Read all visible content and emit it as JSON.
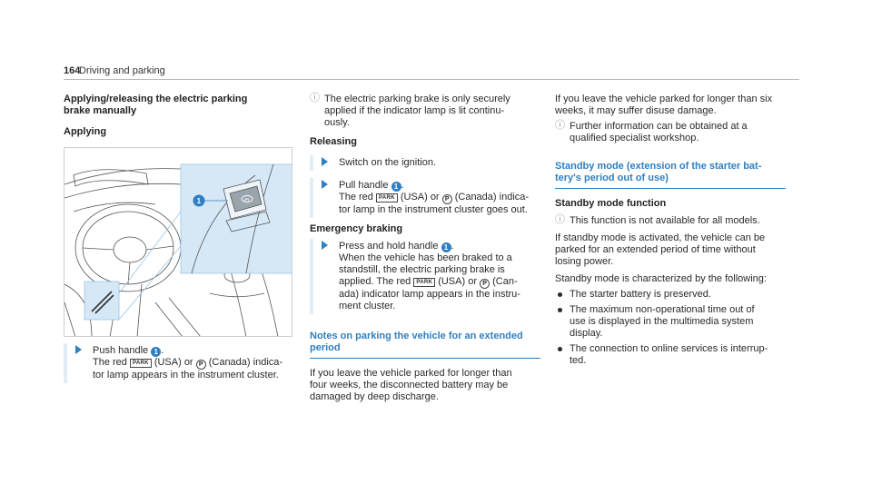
{
  "header": {
    "page_number": "164",
    "section": "Driving and parking"
  },
  "col1": {
    "title_line1": "Applying/releasing the electric parking",
    "title_line2": "brake manually",
    "subtitle": "Applying",
    "illustration": {
      "callout": "1"
    },
    "step1": {
      "line1": "Push handle",
      "badge": "1",
      "line1_end": ".",
      "line2_a": "The red",
      "park": "PARK",
      "line2_b": "(USA) or",
      "p": "P",
      "line2_c": "(Canada) indica-",
      "line3": "tor lamp appears in the instrument cluster."
    }
  },
  "col2": {
    "note": {
      "line1": "The electric parking brake is only securely",
      "line2": "applied if the indicator lamp is lit continu-",
      "line3": "ously."
    },
    "releasing": "Releasing",
    "step1": "Switch on the ignition.",
    "step2": {
      "line1": "Pull handle",
      "badge": "1",
      "line1_end": ".",
      "line2_a": "The red",
      "park": "PARK",
      "line2_b": "(USA) or",
      "p": "P",
      "line2_c": "(Canada) indica-",
      "line3": "tor lamp in the instrument cluster goes out."
    },
    "emergency": "Emergency braking",
    "step3": {
      "line1": "Press and hold handle",
      "badge": "1",
      "line1_end": ".",
      "line2": "When the vehicle has been braked to a",
      "line3": "standstill, the electric parking brake is",
      "line4_a": "applied. The red",
      "park": "PARK",
      "line4_b": "(USA) or",
      "p": "P",
      "line4_c": "(Can-",
      "line5": "ada) indicator lamp appears in the instru-",
      "line6": "ment cluster."
    },
    "notes_title_line1": "Notes on parking the vehicle for an extended",
    "notes_title_line2": "period",
    "notes_para": {
      "line1": "If you leave the vehicle parked for longer than",
      "line2": "four weeks, the disconnected battery may be",
      "line3": "damaged by deep discharge."
    }
  },
  "col3": {
    "para1": {
      "line1": "If you leave the vehicle parked for longer than six",
      "line2": "weeks, it may suffer disuse damage."
    },
    "note1": {
      "line1": "Further information can be obtained at a",
      "line2": "qualified specialist workshop."
    },
    "standby_title_line1": "Standby mode (extension of the starter bat-",
    "standby_title_line2": "tery's period out of use)",
    "function_title": "Standby mode function",
    "note2": "This function is not available for all models.",
    "para2": {
      "line1": "If standby mode is activated, the vehicle can be",
      "line2": "parked for an extended period of time without",
      "line3": "losing power."
    },
    "para3": "Standby mode is characterized by the following:",
    "bullets": [
      {
        "line1": "The starter battery is preserved.",
        "line2": "",
        "line3": ""
      },
      {
        "line1": "The maximum non-operational time out of",
        "line2": "use is displayed in the multimedia system",
        "line3": "display."
      },
      {
        "line1": "The connection to online services is interrup-",
        "line2": "ted.",
        "line3": ""
      }
    ]
  },
  "colors": {
    "accent": "#2f7fc1",
    "step_bar": "#e0eef8",
    "inset_bg": "#d6e8f6"
  }
}
